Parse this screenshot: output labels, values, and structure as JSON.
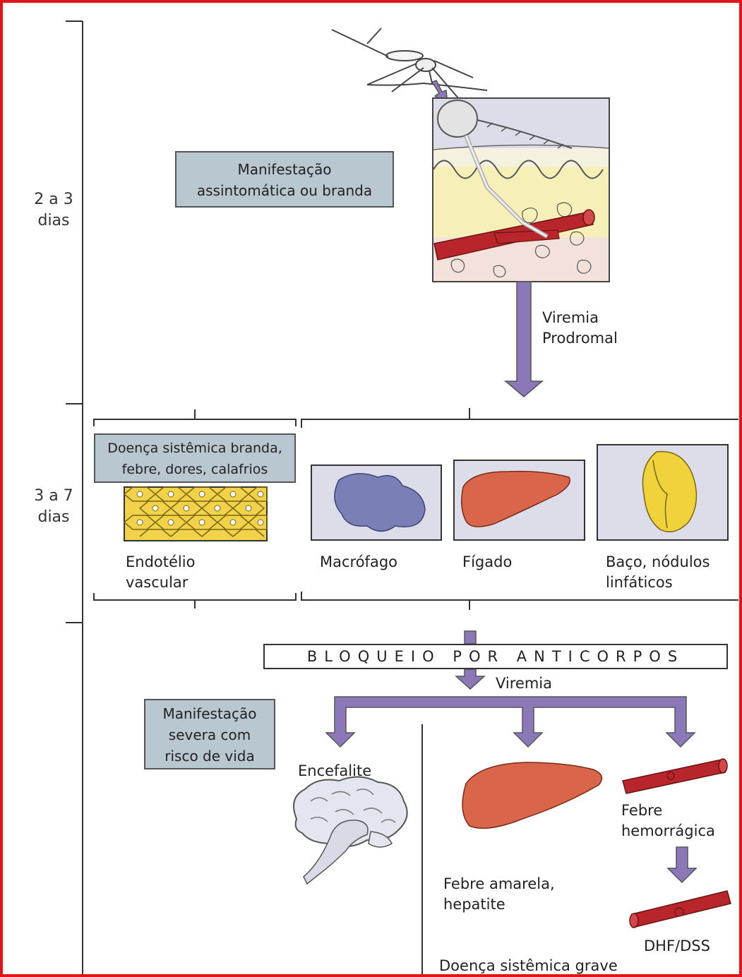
{
  "time_axis": {
    "stage1": "2 a 3\ndias",
    "stage2": "3 a 7\ndias"
  },
  "boxes": {
    "mild": "Manifestação\nassintomática ou branda",
    "systemic_mild": "Doença sistêmica branda,\nfebre, dores, calafrios",
    "severe": "Manifestação\nsevera com\nrisco de vida"
  },
  "labels": {
    "viremia_prodromal": "Viremia\nProdromal",
    "endothelium": "Endotélio\nvascular",
    "macrophage": "Macrófago",
    "liver": "Fígado",
    "spleen": "Baço, nódulos\nlinfáticos",
    "viremia": "Viremia",
    "encephalitis": "Encefalite",
    "yellow_fever": "Febre amarela,\nhepatite",
    "hemorrhagic_fever": "Febre\nhemorrágica",
    "dhf_dss": "DHF/DSS",
    "severe_systemic": "Doença sistêmica grave"
  },
  "banner": {
    "antibody_block": "BLOQUEIO POR ANTICORPOS"
  },
  "colors": {
    "frame": "#e0141b",
    "box_fill": "#b9c7d1",
    "arrow": "#8a78b8",
    "panel": "#dcdde8",
    "macrophage": "#7a7fb6",
    "liver": "#d9654a",
    "spleen": "#f0d23c",
    "vessel": "#b8262b",
    "endothelium": "#f1d24a"
  }
}
